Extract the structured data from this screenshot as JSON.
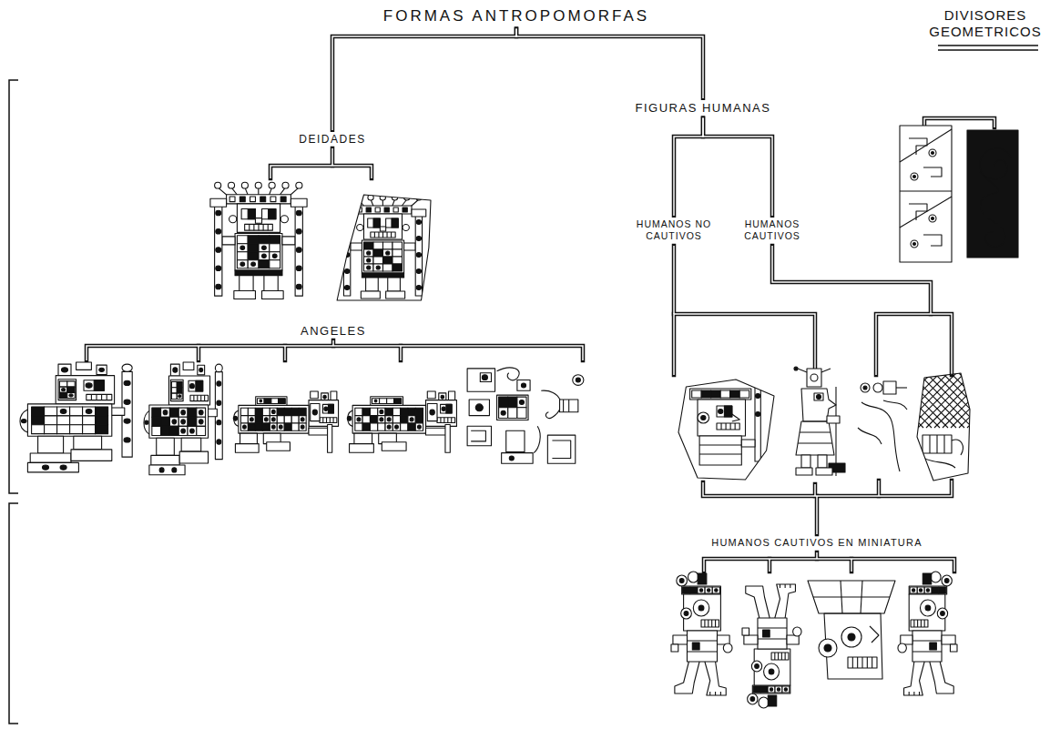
{
  "diagram": {
    "nodes": [
      {
        "text": [
          "FORMAS ANTROPOMORFAS"
        ]
      },
      {
        "text": [
          "DIVISORES GEOMETRICOS"
        ]
      },
      {
        "text": [
          "DEIDADES"
        ]
      },
      {
        "text": [
          "FIGURAS HUMANAS"
        ]
      },
      {
        "text": [
          "ANGELES"
        ]
      },
      {
        "text": [
          "HUMANOS NO CAUTIVOS"
        ]
      },
      {
        "text": [
          "HUMANOS CAUTIVOS"
        ]
      },
      {
        "text": [
          "HUMANOS CAUTIVOS EN MINIATURA"
        ]
      }
    ],
    "edges": [
      {
        "from": 0,
        "to": 2,
        "arrow": "none"
      },
      {
        "from": 0,
        "to": 3,
        "arrow": "none"
      },
      {
        "from": 3,
        "to": 5,
        "arrow": "none"
      },
      {
        "from": 3,
        "to": 6,
        "arrow": "none"
      }
    ]
  }
}
